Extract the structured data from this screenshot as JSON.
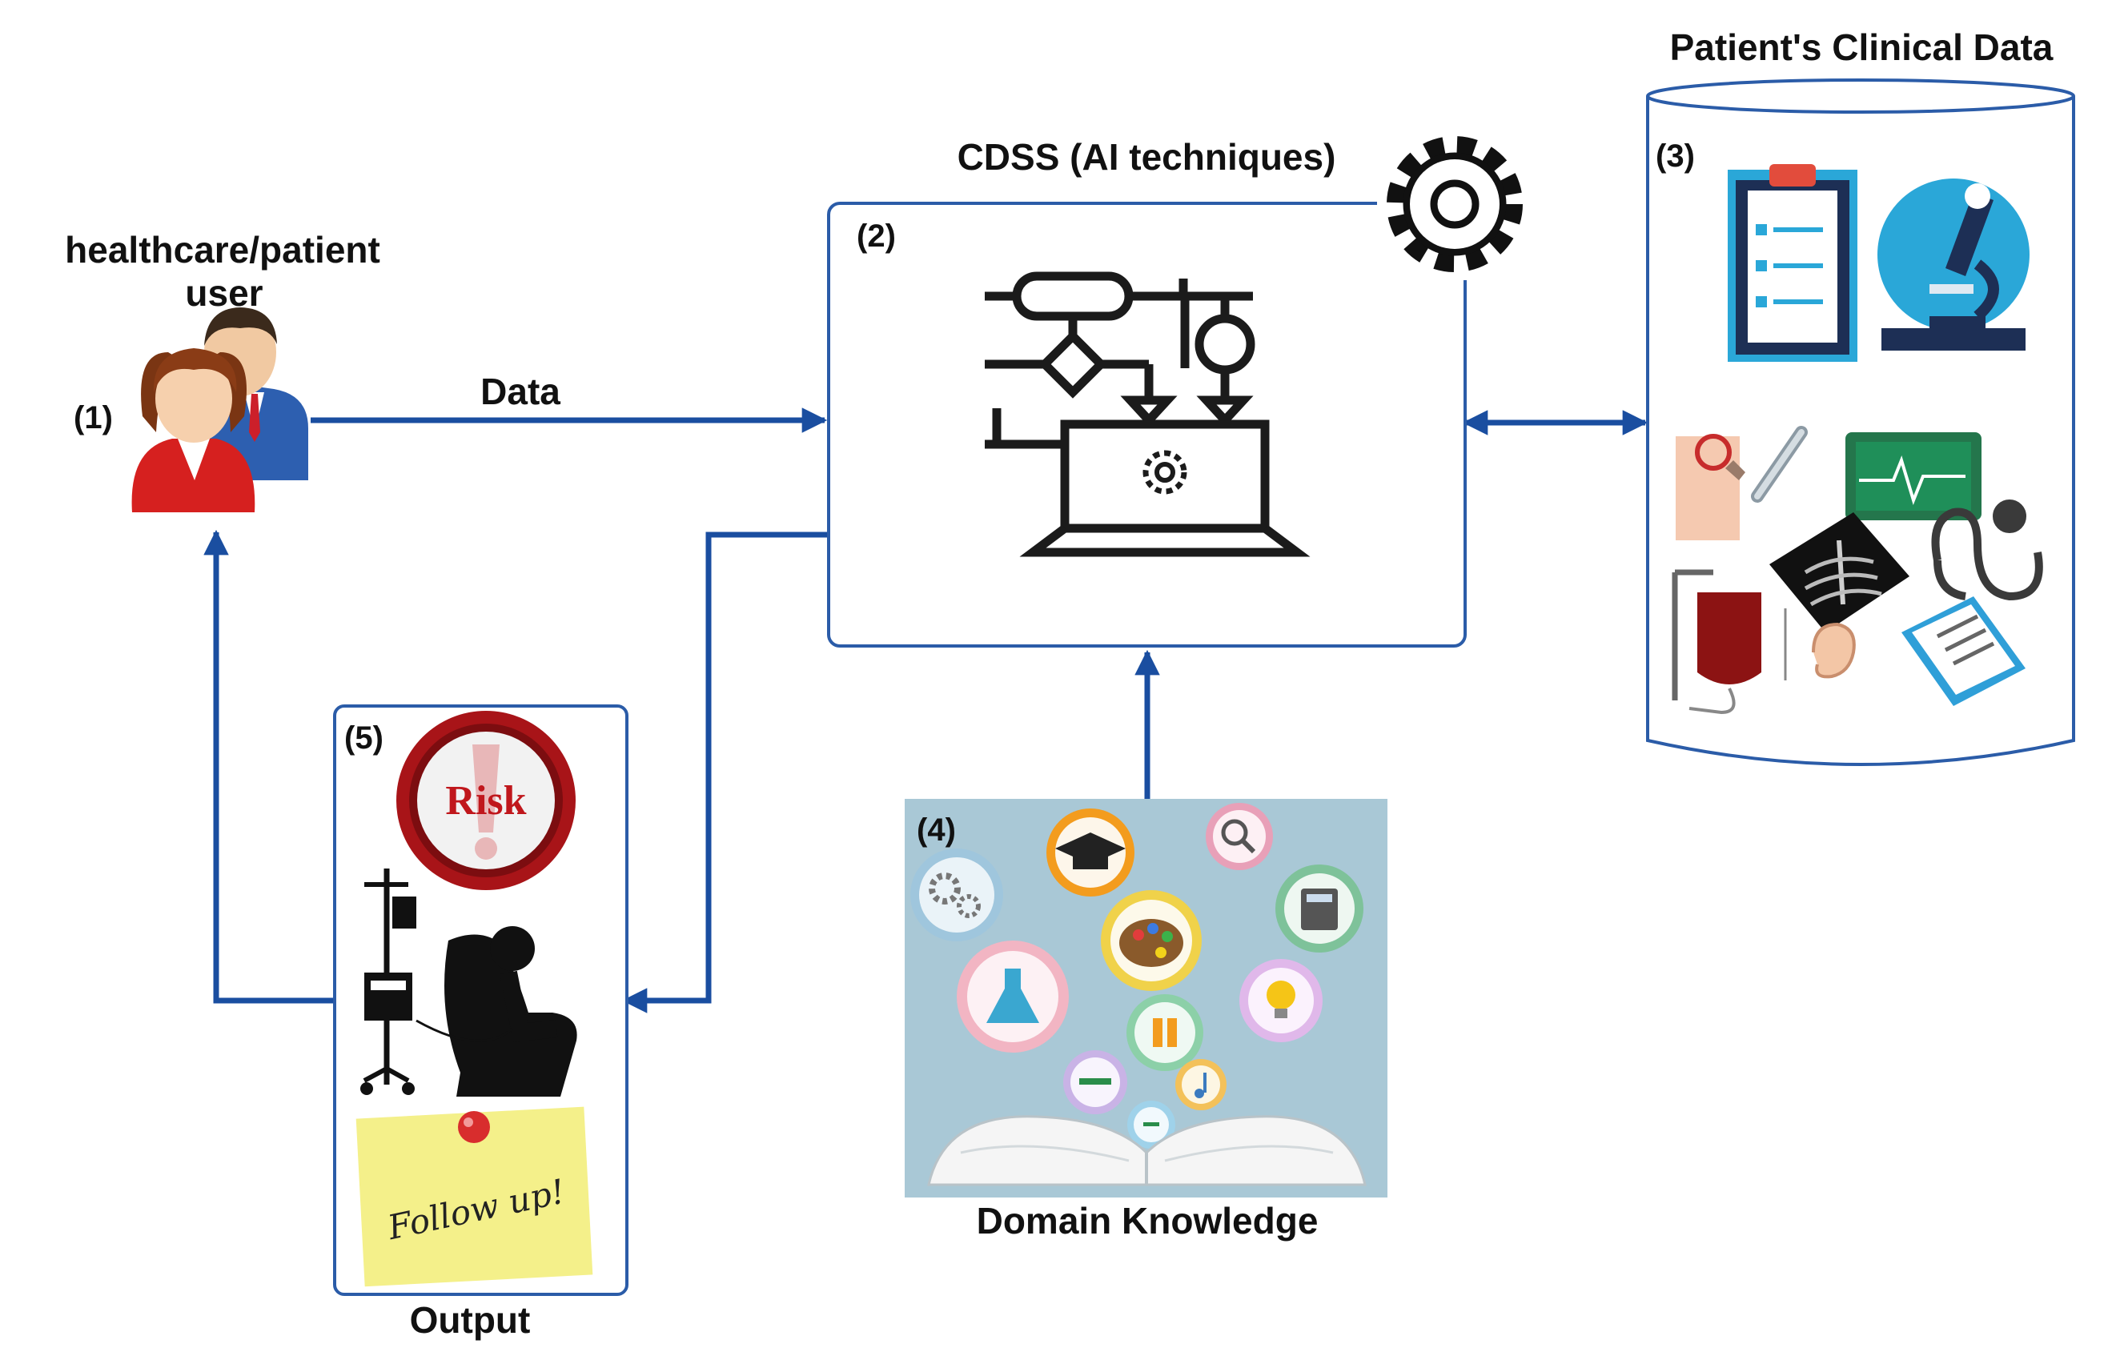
{
  "title_user_line1": "healthcare/patient",
  "title_user_line2": "user",
  "title_cdss": "CDSS (AI techniques)",
  "title_clinical": "Patient's Clinical Data",
  "title_domain": "Domain Knowledge",
  "title_output": "Output",
  "edge_data_label": "Data",
  "node_numbers": {
    "user": "(1)",
    "cdss": "(2)",
    "clinical": "(3)",
    "domain": "(4)",
    "output": "(5)"
  },
  "output_images": {
    "risk_text": "Risk",
    "note_text": "Follow up!"
  },
  "colors": {
    "arrow": "#1a4ea0",
    "box_border": "#2b5ca8",
    "risk_red": "#c0171c",
    "note_yellow": "#f4f08a"
  },
  "icons": {
    "user": "user-pair-icon",
    "cdss": "flowchart-laptop-icon",
    "gear": "gear-icon",
    "clinical": [
      "clipboard-icon",
      "microscope-icon",
      "thermometer-icon",
      "ecg-monitor-icon",
      "xray-icon",
      "stethoscope-icon",
      "iv-bag-icon",
      "ear-icon",
      "report-icon"
    ],
    "domain": [
      "graduation-cap-icon",
      "magnifier-icon",
      "gears-icon",
      "calculator-icon",
      "palette-icon",
      "flask-icon",
      "lightbulb-icon",
      "music-icon",
      "open-book-icon"
    ],
    "output": [
      "risk-sign-icon",
      "infusion-chair-icon",
      "sticky-note-icon"
    ]
  }
}
